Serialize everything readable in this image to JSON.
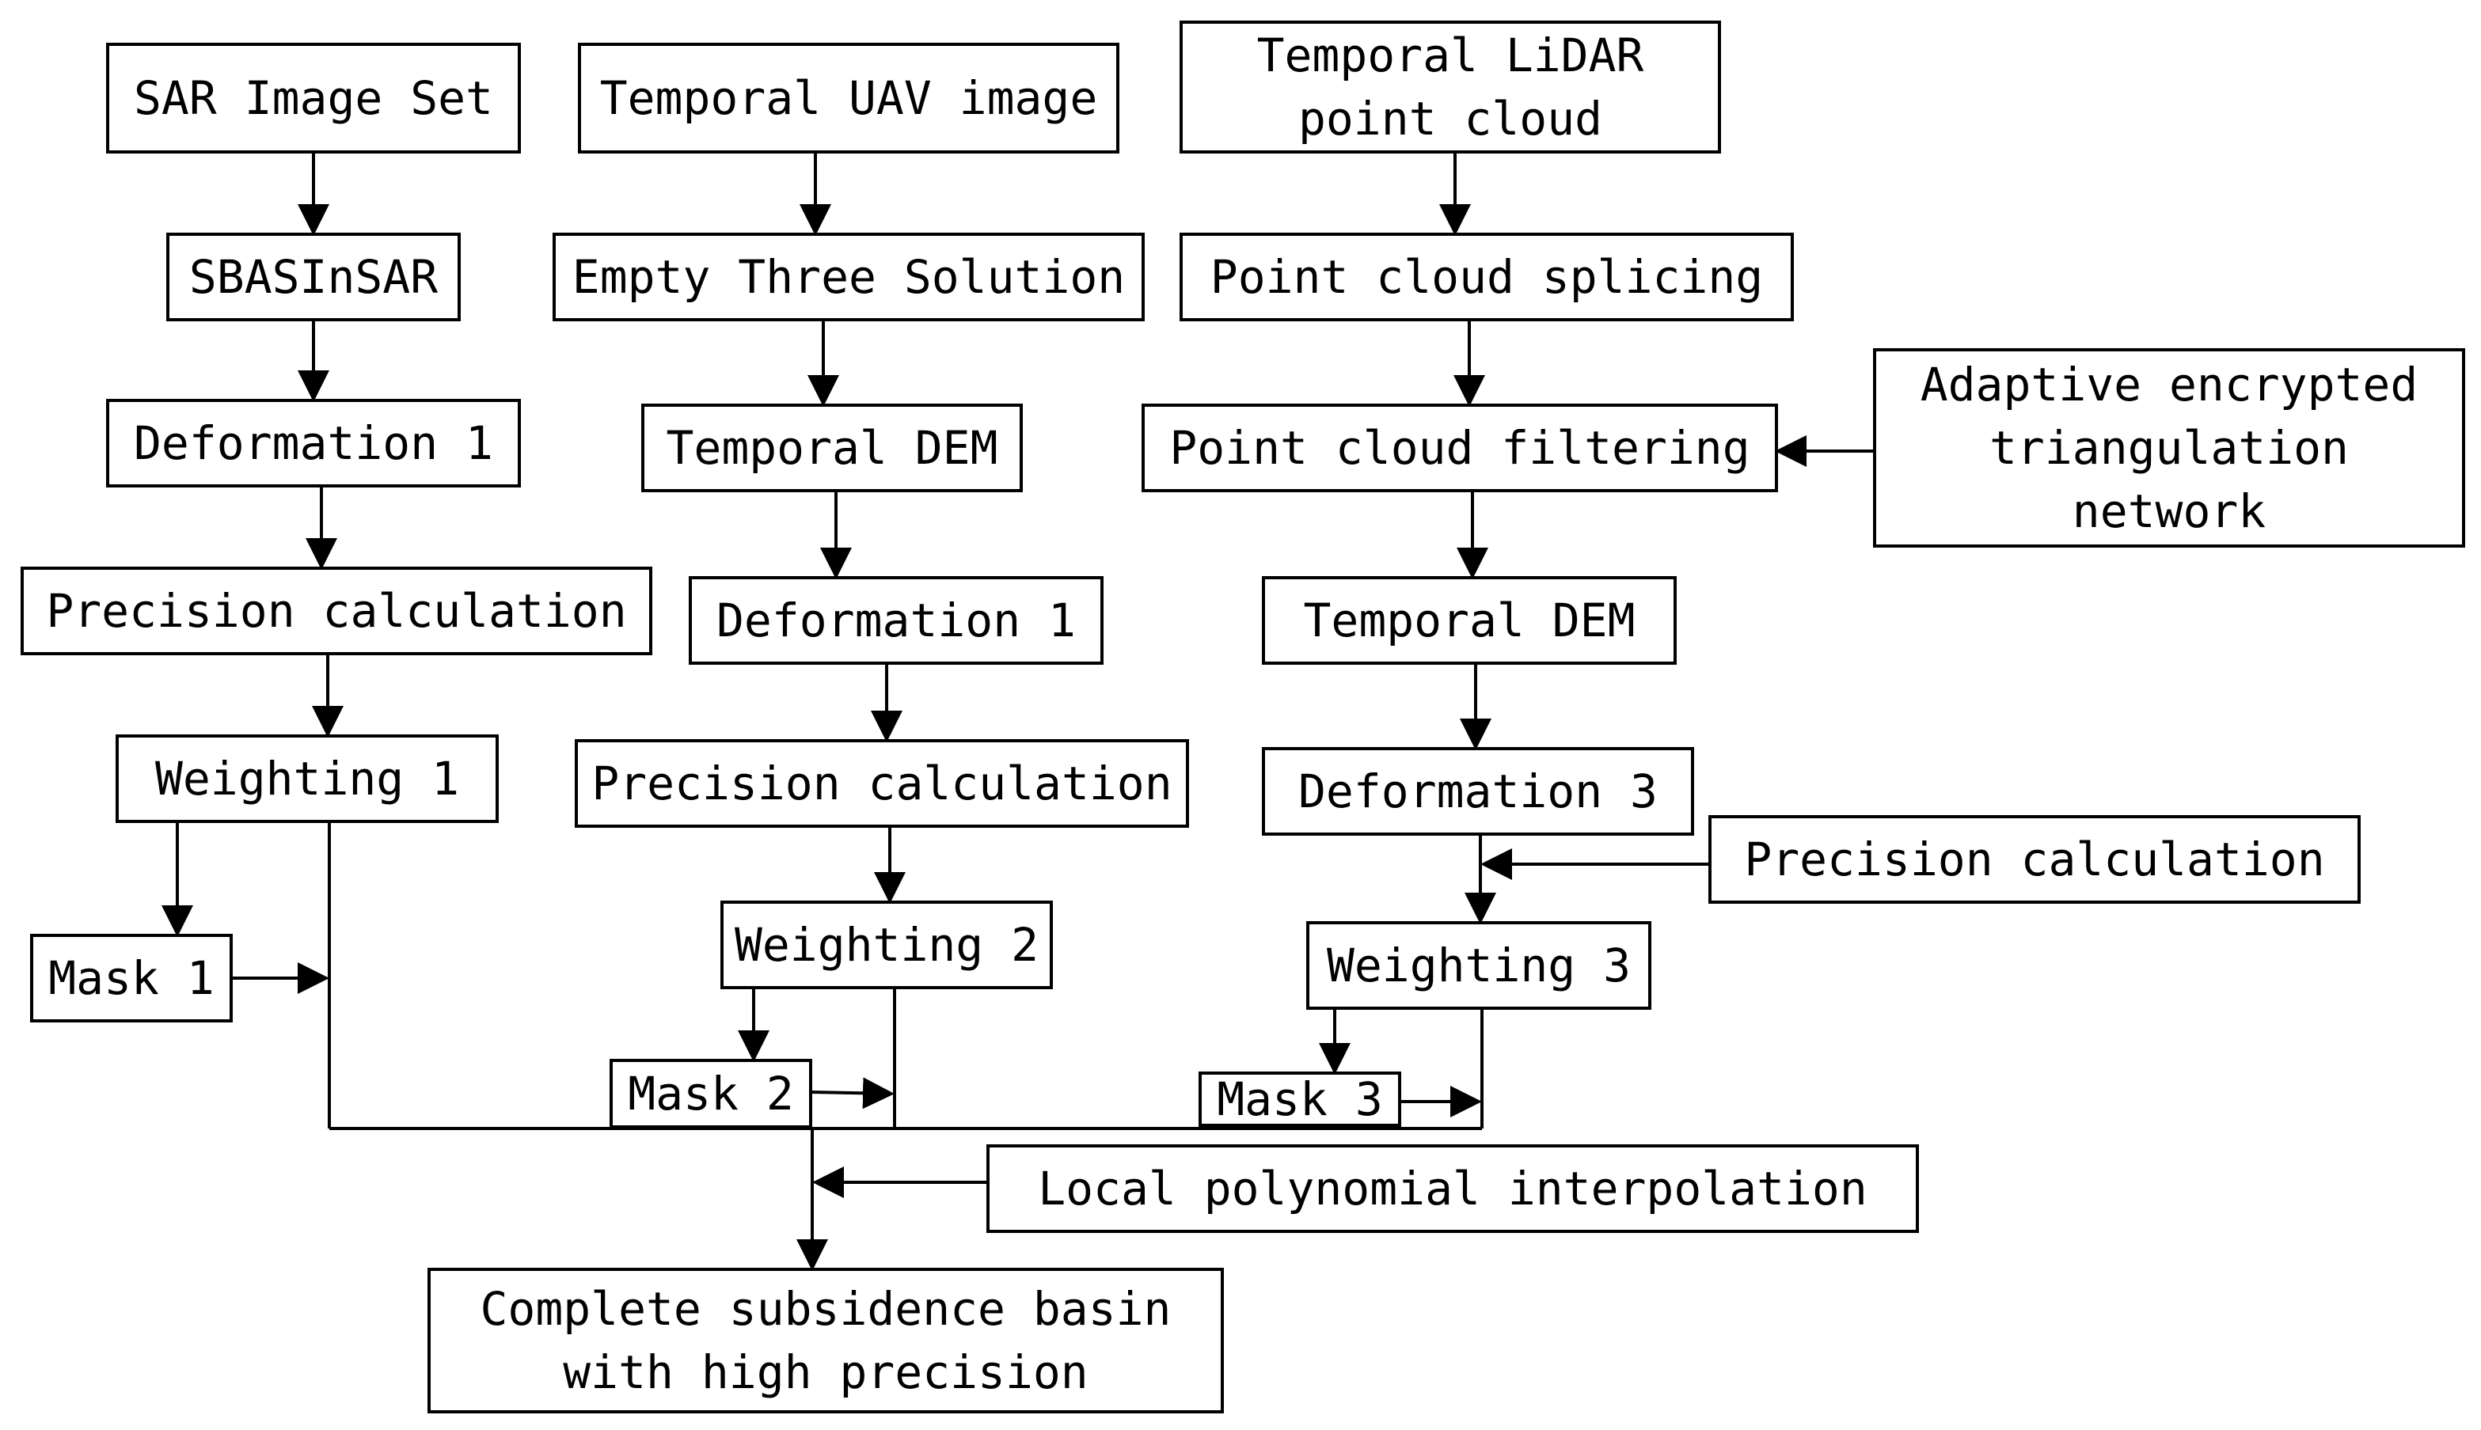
{
  "nodes": {
    "sar_image_set": "SAR Image Set",
    "sbasinsar": "SBASInSAR",
    "deformation_1_left": "Deformation 1",
    "precision_calc_left": "Precision calculation",
    "weighting_1": "Weighting 1",
    "mask_1": "Mask 1",
    "temporal_uav_image": "Temporal UAV image",
    "empty_three_solution": "Empty Three Solution",
    "temporal_dem_mid": "Temporal DEM",
    "deformation_1_mid": "Deformation 1",
    "precision_calc_mid": "Precision calculation",
    "weighting_2": "Weighting 2",
    "mask_2": "Mask 2",
    "lidar_line1": "Temporal LiDAR",
    "lidar_line2": "point cloud",
    "point_cloud_splicing": "Point cloud splicing",
    "point_cloud_filtering": "Point cloud filtering",
    "adaptive_line1": "Adaptive encrypted",
    "adaptive_line2": "triangulation",
    "adaptive_line3": "network",
    "temporal_dem_right": "Temporal DEM",
    "deformation_3": "Deformation 3",
    "precision_calc_right": "Precision calculation",
    "weighting_3": "Weighting 3",
    "mask_3": "Mask 3",
    "local_polynomial": "Local polynomial interpolation",
    "result_line1": "Complete subsidence basin",
    "result_line2": "with high precision"
  }
}
